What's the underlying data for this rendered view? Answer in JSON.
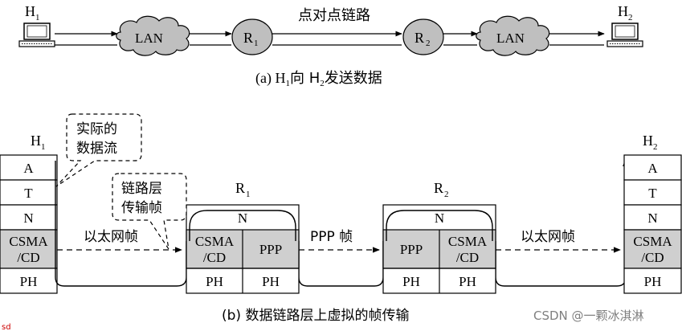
{
  "part_a": {
    "host1_label": "H",
    "host1_sub": "1",
    "host2_label": "H",
    "host2_sub": "2",
    "lan_left": "LAN",
    "lan_right": "LAN",
    "router1_label": "R",
    "router1_sub": "1",
    "router2_label": "R",
    "router2_sub": "2",
    "ppp_link_label": "点对点链路",
    "caption_prefix": "(a) H",
    "caption_sub1": "1",
    "caption_mid": "向 H",
    "caption_sub2": "2",
    "caption_suffix": "发送数据"
  },
  "part_b": {
    "h1_label": "H",
    "h1_sub": "1",
    "h2_label": "H",
    "h2_sub": "2",
    "r1_label": "R",
    "r1_sub": "1",
    "r2_label": "R",
    "r2_sub": "2",
    "layer_a": "A",
    "layer_t": "T",
    "layer_n": "N",
    "layer_csma_line1": "CSMA",
    "layer_csma_line2": "/CD",
    "layer_ph": "PH",
    "layer_ppp": "PPP",
    "callout_actual_line1": "实际的",
    "callout_actual_line2": "数据流",
    "callout_link_line1": "链路层",
    "callout_link_line2": "传输帧",
    "arrow_ethernet_left": "以太网帧",
    "arrow_ppp": "PPP 帧",
    "arrow_ethernet_right": "以太网帧",
    "caption": "(b) 数据链路层上虚拟的帧传输"
  },
  "watermark": "CSDN @一颗冰淇淋",
  "corner_mark": "sd",
  "colors": {
    "line": "#000000",
    "cloud_fill": "#bfbfbf",
    "router_fill": "#bfbfbf",
    "layer_fill": "#cfcfcf",
    "background": "#ffffff",
    "corner_mark": "#cc0000",
    "watermark": "#7f7f7f"
  }
}
